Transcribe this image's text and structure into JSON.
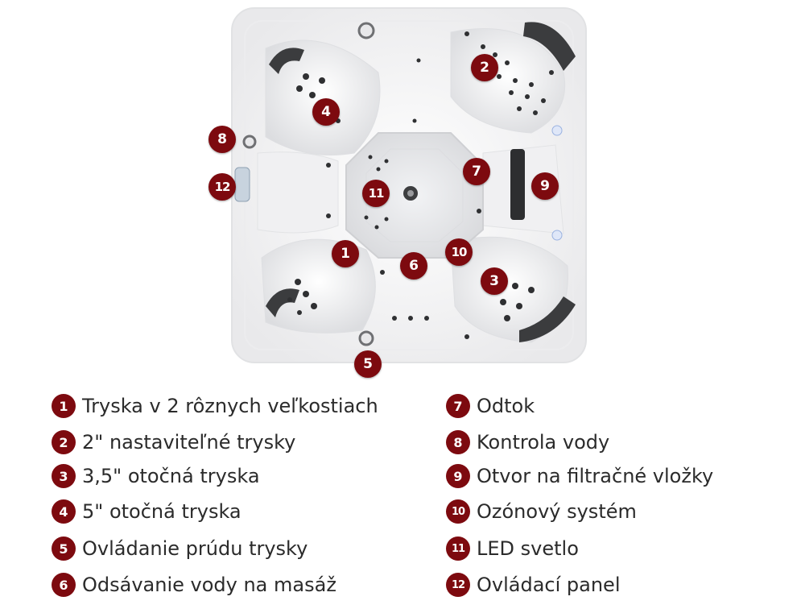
{
  "colors": {
    "marker": "#7d0a0f",
    "text": "#2b2b2b",
    "tub_shell": "#f4f4f5",
    "headrest": "#3b3c3e"
  },
  "markers": [
    {
      "label": "1",
      "icon": "numbered-marker-icon"
    },
    {
      "label": "2",
      "icon": "numbered-marker-icon"
    },
    {
      "label": "3",
      "icon": "numbered-marker-icon"
    },
    {
      "label": "4",
      "icon": "numbered-marker-icon"
    },
    {
      "label": "5",
      "icon": "numbered-marker-icon"
    },
    {
      "label": "6",
      "icon": "numbered-marker-icon"
    },
    {
      "label": "7",
      "icon": "numbered-marker-icon"
    },
    {
      "label": "8",
      "icon": "numbered-marker-icon"
    },
    {
      "label": "9",
      "icon": "numbered-marker-icon"
    },
    {
      "label": "10",
      "icon": "numbered-marker-icon"
    },
    {
      "label": "11",
      "icon": "numbered-marker-icon"
    },
    {
      "label": "12",
      "icon": "numbered-marker-icon"
    }
  ],
  "legend": {
    "left": [
      {
        "num": "1",
        "text": "Tryska v 2 rôznych veľkostiach"
      },
      {
        "num": "2",
        "text": "2\" nastaviteľné trysky"
      },
      {
        "num": "3",
        "text": "3,5\" otočná tryska"
      },
      {
        "num": "4",
        "text": "5\" otočná tryska"
      },
      {
        "num": "5",
        "text": "Ovládanie prúdu trysky"
      },
      {
        "num": "6",
        "text": "Odsávanie vody na masáž"
      }
    ],
    "right": [
      {
        "num": "7",
        "text": "Odtok"
      },
      {
        "num": "8",
        "text": "Kontrola vody"
      },
      {
        "num": "9",
        "text": "Otvor na filtračné vložky"
      },
      {
        "num": "10",
        "text": "Ozónový systém"
      },
      {
        "num": "11",
        "text": "LED svetlo"
      },
      {
        "num": "12",
        "text": "Ovládací panel"
      }
    ]
  }
}
